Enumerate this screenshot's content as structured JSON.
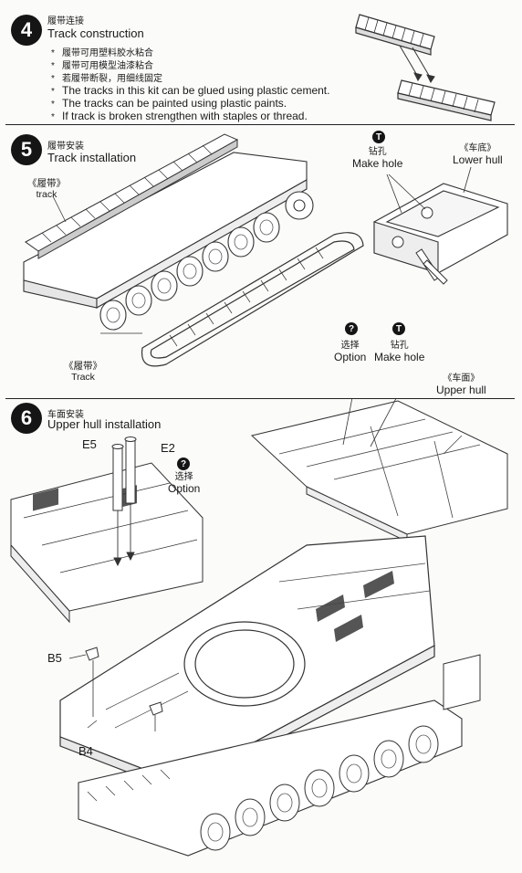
{
  "step4": {
    "number": "4",
    "title_cn": "履带连接",
    "title_en": "Track construction",
    "notes_cn": [
      "履带可用塑料胶水粘合",
      "履带可用模型油漆粘合",
      "若履带断裂，用细线固定"
    ],
    "notes_en": [
      "The tracks in this kit can be glued using plastic cement.",
      "The tracks can be painted using plastic paints.",
      "If track is broken strengthen with staples or thread."
    ],
    "bullet": "*"
  },
  "step5": {
    "number": "5",
    "title_cn": "履带安装",
    "title_en": "Track installation",
    "track_top_cn": "《履带》",
    "track_top_en": "track",
    "track_bottom_cn": "《履带》",
    "track_bottom_en": "Track",
    "make_hole_icon": "T",
    "make_hole_cn": "钻孔",
    "make_hole_en": "Make hole",
    "lower_hull_cn": "《车底》",
    "lower_hull_en": "Lower hull"
  },
  "step6": {
    "number": "6",
    "title_cn": "车面安装",
    "title_en": "Upper hull installation",
    "option_icon": "?",
    "option_cn": "选择",
    "option_en": "Option",
    "make_hole_icon": "T",
    "make_hole_cn": "钻孔",
    "make_hole_en": "Make hole",
    "upper_hull_cn": "《车面》",
    "upper_hull_en": "Upper hull",
    "parts": [
      "E5",
      "E2",
      "B5",
      "B4"
    ],
    "option2_icon": "?",
    "option2_cn": "选择",
    "option2_en": "Option"
  },
  "colors": {
    "ink": "#1a1a1a",
    "paper": "#fbfbf9",
    "line": "#333333",
    "shade": "#555555"
  }
}
